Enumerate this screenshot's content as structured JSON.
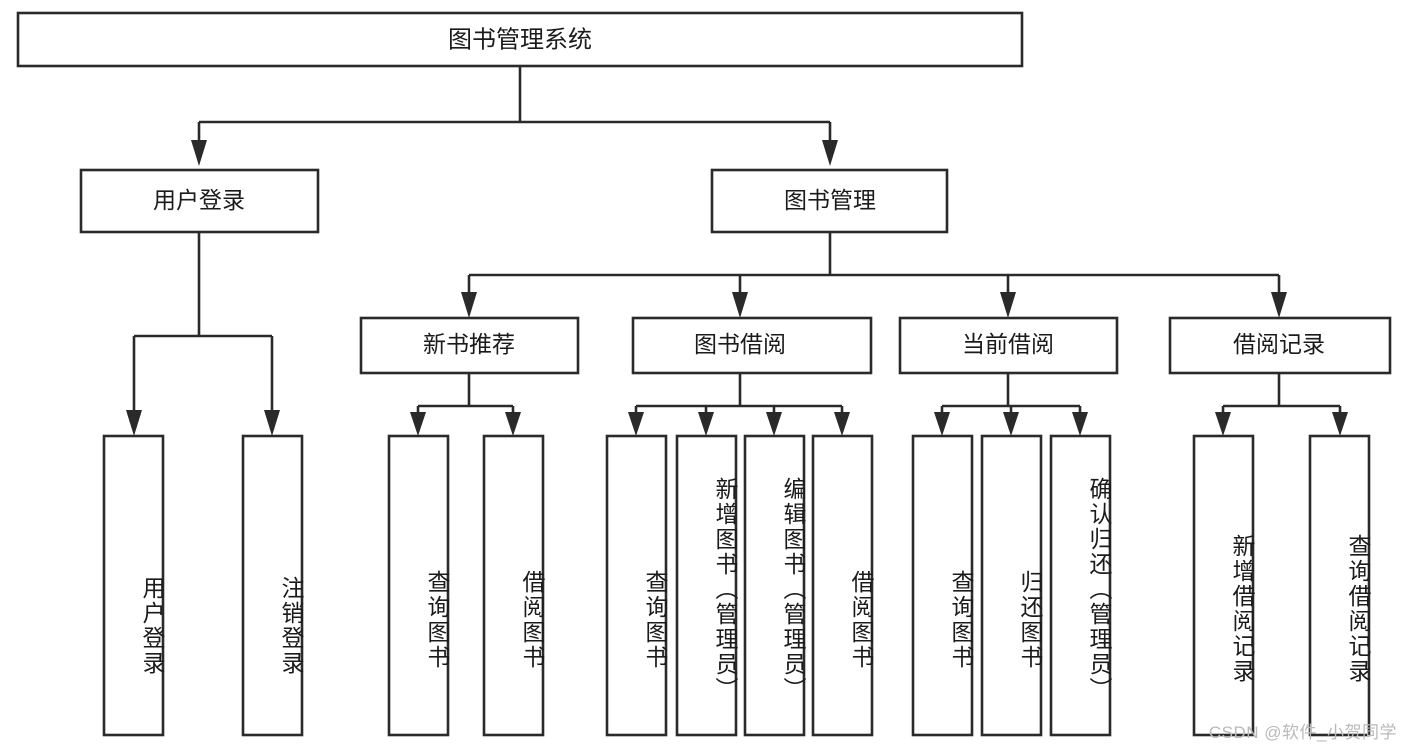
{
  "diagram": {
    "title": "图书管理系统",
    "type": "tree-hierarchy",
    "watermark": "CSDN @软件_小贺同学",
    "colors": {
      "stroke": "#2a2a2a",
      "fill": "#ffffff",
      "text": "#1b1b1b",
      "watermark": "#b9b9b9",
      "background": "#ffffff"
    },
    "levels": {
      "level1": [
        {
          "id": "root",
          "label": "图书管理系统"
        }
      ],
      "level2": [
        {
          "id": "user-login",
          "label": "用户登录"
        },
        {
          "id": "book-manage",
          "label": "图书管理"
        }
      ],
      "level3": [
        {
          "id": "new-book-rec",
          "label": "新书推荐"
        },
        {
          "id": "book-borrow",
          "label": "图书借阅"
        },
        {
          "id": "current-borrow",
          "label": "当前借阅"
        },
        {
          "id": "borrow-record",
          "label": "借阅记录"
        }
      ],
      "level4": [
        {
          "id": "leaf-1",
          "label": "用户登录",
          "parent": "user-login"
        },
        {
          "id": "leaf-2",
          "label": "注销登录",
          "parent": "user-login"
        },
        {
          "id": "leaf-3",
          "label": "查询图书",
          "parent": "new-book-rec"
        },
        {
          "id": "leaf-4",
          "label": "借阅图书",
          "parent": "new-book-rec"
        },
        {
          "id": "leaf-5",
          "label": "查询图书",
          "parent": "book-borrow"
        },
        {
          "id": "leaf-6",
          "label": "新增图书（管理员）",
          "parent": "book-borrow"
        },
        {
          "id": "leaf-7",
          "label": "编辑图书（管理员）",
          "parent": "book-borrow"
        },
        {
          "id": "leaf-8",
          "label": "借阅图书",
          "parent": "book-borrow"
        },
        {
          "id": "leaf-9",
          "label": "查询图书",
          "parent": "current-borrow"
        },
        {
          "id": "leaf-10",
          "label": "归还图书",
          "parent": "current-borrow"
        },
        {
          "id": "leaf-11",
          "label": "确认归还（管理员）",
          "parent": "current-borrow"
        },
        {
          "id": "leaf-12",
          "label": "新增借阅记录",
          "parent": "borrow-record"
        },
        {
          "id": "leaf-13",
          "label": "查询借阅记录",
          "parent": "borrow-record"
        }
      ]
    }
  }
}
